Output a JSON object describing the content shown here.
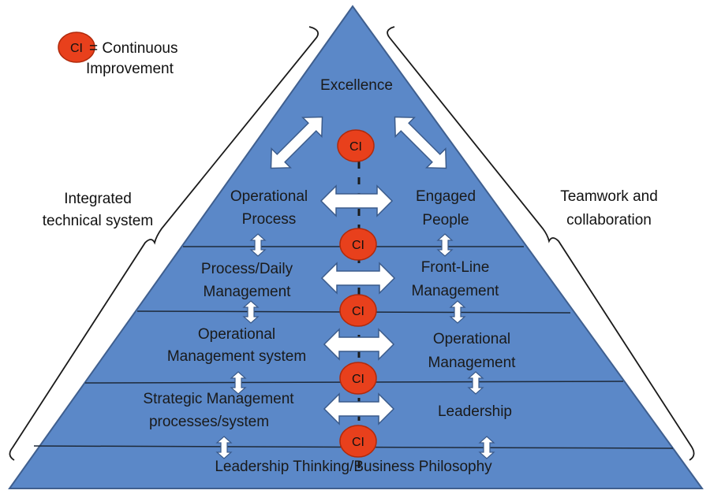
{
  "legend": {
    "symbol": "CI",
    "text_line1": "= Continuous",
    "text_line2": "Improvement"
  },
  "side_labels": {
    "left_line1": "Integrated",
    "left_line2": "technical system",
    "right_line1": "Teamwork and",
    "right_line2": "collaboration"
  },
  "apex": {
    "label": "Excellence"
  },
  "ci_label": "CI",
  "levels": [
    {
      "left_line1": "Operational",
      "left_line2": "Process",
      "right_line1": "Engaged",
      "right_line2": "People"
    },
    {
      "left_line1": "Process/Daily",
      "left_line2": "Management",
      "right_line1": "Front-Line",
      "right_line2": "Management"
    },
    {
      "left_line1": "Operational",
      "left_line2": "Management system",
      "right_line1": "Operational",
      "right_line2": "Management"
    },
    {
      "left_line1": "Strategic Management",
      "left_line2": "processes/system",
      "right_line1": "Leadership",
      "right_line2": ""
    }
  ],
  "foundation": {
    "label": "Leadership Thinking/Business Philosophy"
  },
  "colors": {
    "pyramid_fill": "#5b88c8",
    "pyramid_stroke": "#3f5f8f",
    "ci_fill": "#e8401c",
    "ci_stroke": "#b02a0c",
    "arrow_fill": "#ffffff",
    "arrow_stroke": "#3a5a8a"
  }
}
